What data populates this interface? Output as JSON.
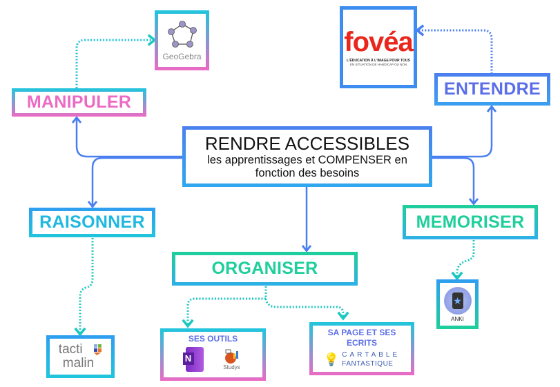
{
  "center": {
    "title": "RENDRE ACCESSIBLES",
    "subtitle": "les apprentissages et COMPENSER en fonction des besoins"
  },
  "nodes": {
    "manipuler": "MANIPULER",
    "entendre": "ENTENDRE",
    "raisonner": "RAISONNER",
    "memoriser": "MEMORISER",
    "organiser": "ORGANISER"
  },
  "tools": {
    "geogebra": "GeoGebra",
    "fovea": {
      "name": "fovéa",
      "tagline1": "L'ÉDUCATION À L'IMAGE POUR TOUS",
      "tagline2": "EN SITUATION DE HANDICAP OU NON"
    },
    "tactimalin": {
      "line1": "tacti",
      "line2": "malin"
    },
    "ses_outils": {
      "title": "SES OUTILS",
      "onenote": "N",
      "studys": "Studys"
    },
    "sa_page": {
      "title": "SA PAGE ET SES ECRITS",
      "cartable1": "CARTABLE",
      "cartable2": "FANTASTIQUE"
    },
    "anki": "ANKI"
  },
  "colors": {
    "blue": "#4a7ff0",
    "cyan": "#1fc6dc",
    "teal": "#1ecf9a",
    "pink": "#ec6ac4",
    "violet": "#5a6ee8"
  }
}
